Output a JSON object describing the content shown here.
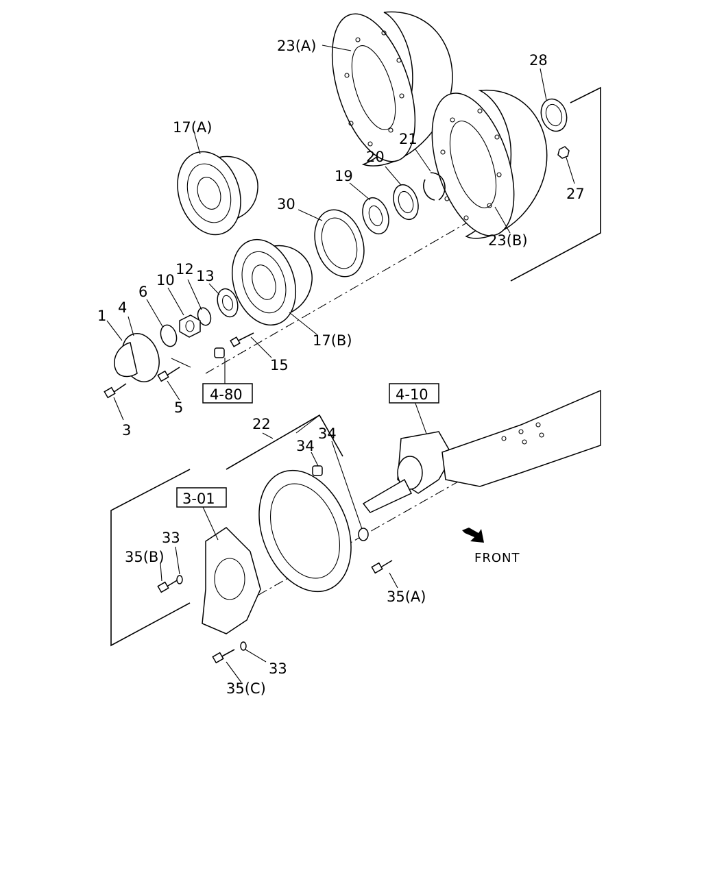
{
  "callouts": {
    "c1": "1",
    "c3": "3",
    "c4": "4",
    "c5": "5",
    "c6": "6",
    "c10": "10",
    "c12": "12",
    "c13": "13",
    "c15": "15",
    "c17a": "17(A)",
    "c17b": "17(B)",
    "c19": "19",
    "c20": "20",
    "c21": "21",
    "c22": "22",
    "c23a": "23(A)",
    "c23b": "23(B)",
    "c27": "27",
    "c28": "28",
    "c30": "30",
    "c33a": "33",
    "c33b": "33",
    "c34a": "34",
    "c34b": "34",
    "c35a": "35(A)",
    "c35b": "35(B)",
    "c35c": "35(C)"
  },
  "references": {
    "r480": "4-80",
    "r410": "4-10",
    "r301": "3-01"
  },
  "direction": {
    "front": "FRONT"
  }
}
